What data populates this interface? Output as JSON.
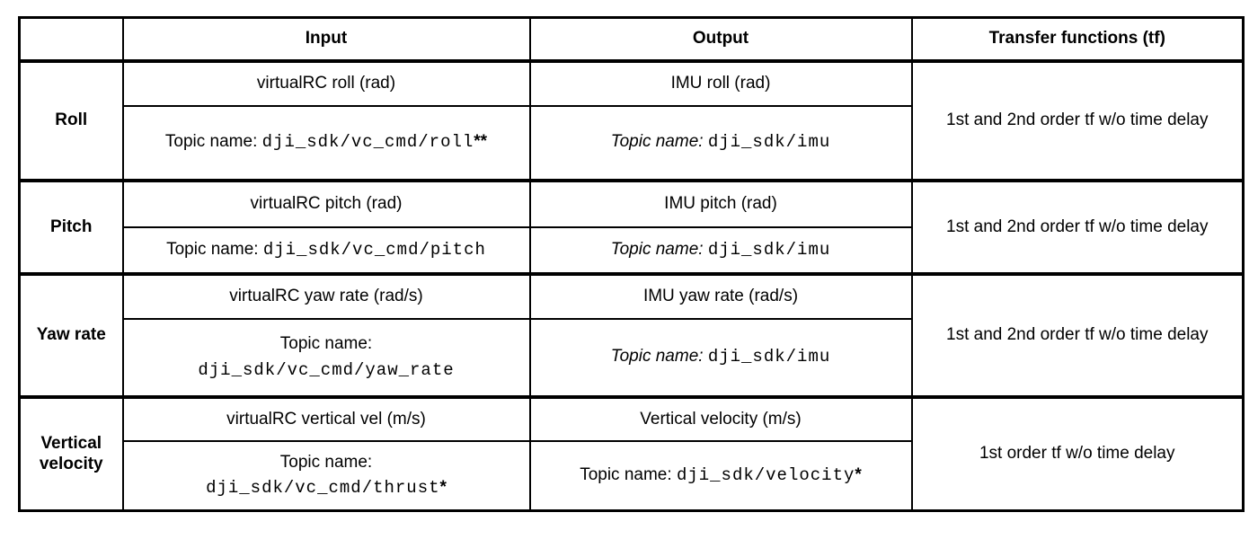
{
  "table": {
    "headers": {
      "row_label": "",
      "input": "Input",
      "output": "Output",
      "tf": "Transfer functions (tf)"
    },
    "rows": [
      {
        "label": "Roll",
        "input": {
          "signal": "virtualRC roll (rad)",
          "topic_label": "Topic name: ",
          "topic": "dji_sdk/vc_cmd/roll",
          "suffix": "**"
        },
        "output": {
          "signal": "IMU roll (rad)",
          "topic_label": "Topic name: ",
          "topic": "dji_sdk/imu",
          "suffix": ""
        },
        "tf": "1st and 2nd order tf w/o time delay"
      },
      {
        "label": "Pitch",
        "input": {
          "signal": "virtualRC pitch (rad)",
          "topic_label": "Topic name: ",
          "topic": "dji_sdk/vc_cmd/pitch",
          "suffix": ""
        },
        "output": {
          "signal": "IMU pitch (rad)",
          "topic_label": "Topic name: ",
          "topic": "dji_sdk/imu",
          "suffix": ""
        },
        "tf": "1st and 2nd order tf w/o time delay"
      },
      {
        "label": "Yaw rate",
        "input": {
          "signal": "virtualRC yaw rate (rad/s)",
          "topic_label": "Topic name:",
          "topic": "dji_sdk/vc_cmd/yaw_rate",
          "suffix": ""
        },
        "output": {
          "signal": "IMU yaw rate (rad/s)",
          "topic_label": "Topic name: ",
          "topic": "dji_sdk/imu",
          "suffix": ""
        },
        "tf": "1st and 2nd order tf w/o time delay"
      },
      {
        "label": "Vertical velocity",
        "input": {
          "signal": "virtualRC vertical vel (m/s)",
          "topic_label": "Topic name:",
          "topic": "dji_sdk/vc_cmd/thrust",
          "suffix": "*"
        },
        "output": {
          "signal": "Vertical velocity (m/s)",
          "topic_label": "Topic name: ",
          "topic": "dji_sdk/velocity",
          "suffix": "*"
        },
        "tf": "1st order tf w/o time delay"
      }
    ]
  },
  "colors": {
    "border": "#000000",
    "text": "#000000",
    "background": "#ffffff"
  }
}
